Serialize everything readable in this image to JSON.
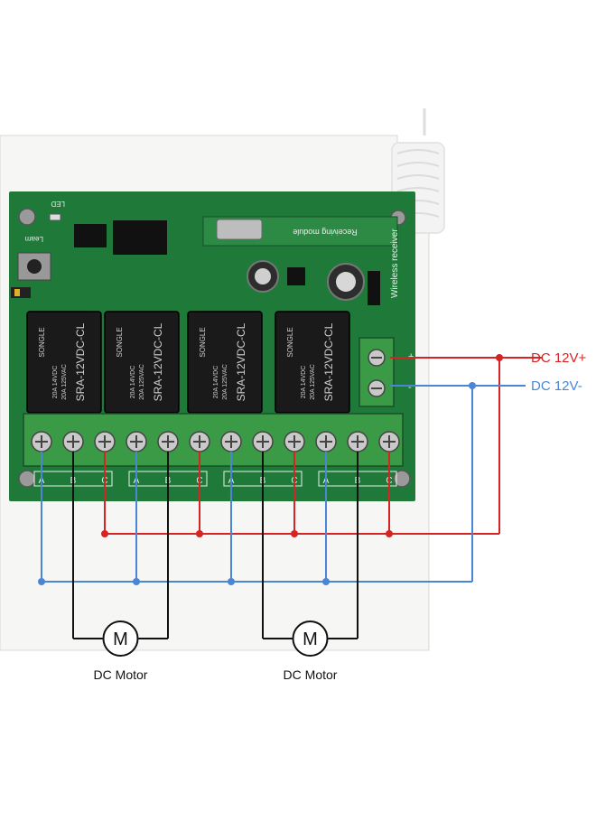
{
  "board": {
    "learn_label": "Learn",
    "led_label": "LED",
    "module_label": "Receiving module",
    "receiver_label": "Wireless receiver",
    "relays": [
      {
        "brand": "SONGLE",
        "model": "SRA-12VDC-CL",
        "ratings": [
          "20A 14VDC",
          "20A 125VAC"
        ]
      },
      {
        "brand": "SONGLE",
        "model": "SRA-12VDC-CL",
        "ratings": [
          "20A 14VDC",
          "20A 125VAC"
        ]
      },
      {
        "brand": "SONGLE",
        "model": "SRA-12VDC-CL",
        "ratings": [
          "20A 14VDC",
          "20A 125VAC"
        ]
      },
      {
        "brand": "SONGLE",
        "model": "SRA-12VDC-CL",
        "ratings": [
          "20A 14VDC",
          "20A 125VAC"
        ]
      }
    ],
    "terminal_groups": [
      {
        "pins": [
          "A",
          "B",
          "C"
        ]
      },
      {
        "pins": [
          "A",
          "B",
          "C"
        ]
      },
      {
        "pins": [
          "A",
          "B",
          "C"
        ]
      },
      {
        "pins": [
          "A",
          "B",
          "C"
        ]
      }
    ],
    "power_terminal": {
      "plus": "+",
      "minus": "-"
    }
  },
  "labels": {
    "dc_plus": "DC 12V+",
    "dc_minus": "DC 12V-",
    "motor_symbol": "M",
    "motor_caption": "DC Motor"
  },
  "colors": {
    "positive_wire": "#d62424",
    "negative_wire": "#4a86d4",
    "motor_wire": "#111111",
    "pcb": "#1f7a3a",
    "relay": "#1a1a1a",
    "terminal": "#3a9a45"
  }
}
